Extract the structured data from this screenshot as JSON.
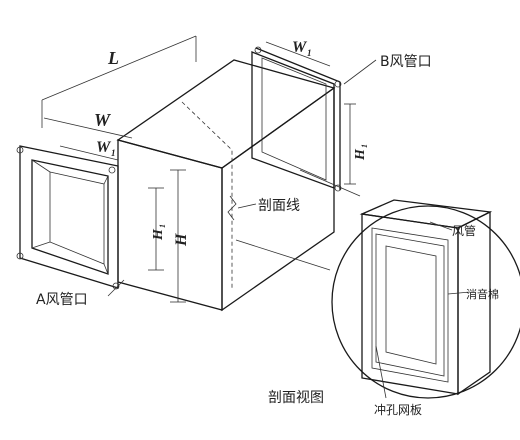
{
  "labels": {
    "inlet_a": "A风管口",
    "outlet_b": "B风管口",
    "section_line": "剖面线",
    "section_view": "剖面视图",
    "duct": "风管",
    "sound_cotton": "消音棉",
    "perforated_plate": "冲孔网板"
  },
  "dimensions": {
    "length": "L",
    "width": "W",
    "width_a_base": "W",
    "width_a_sub": "1",
    "width_b_base": "W",
    "width_b_sub": "1",
    "height": "H",
    "height_a_base": "H",
    "height_a_sub": "1",
    "height_b_base": "H",
    "height_b_sub": "1"
  },
  "colors": {
    "line": "#1a1a1a",
    "fill_light": "#f2f2f2",
    "hatch": "#555555",
    "background": "#ffffff"
  }
}
